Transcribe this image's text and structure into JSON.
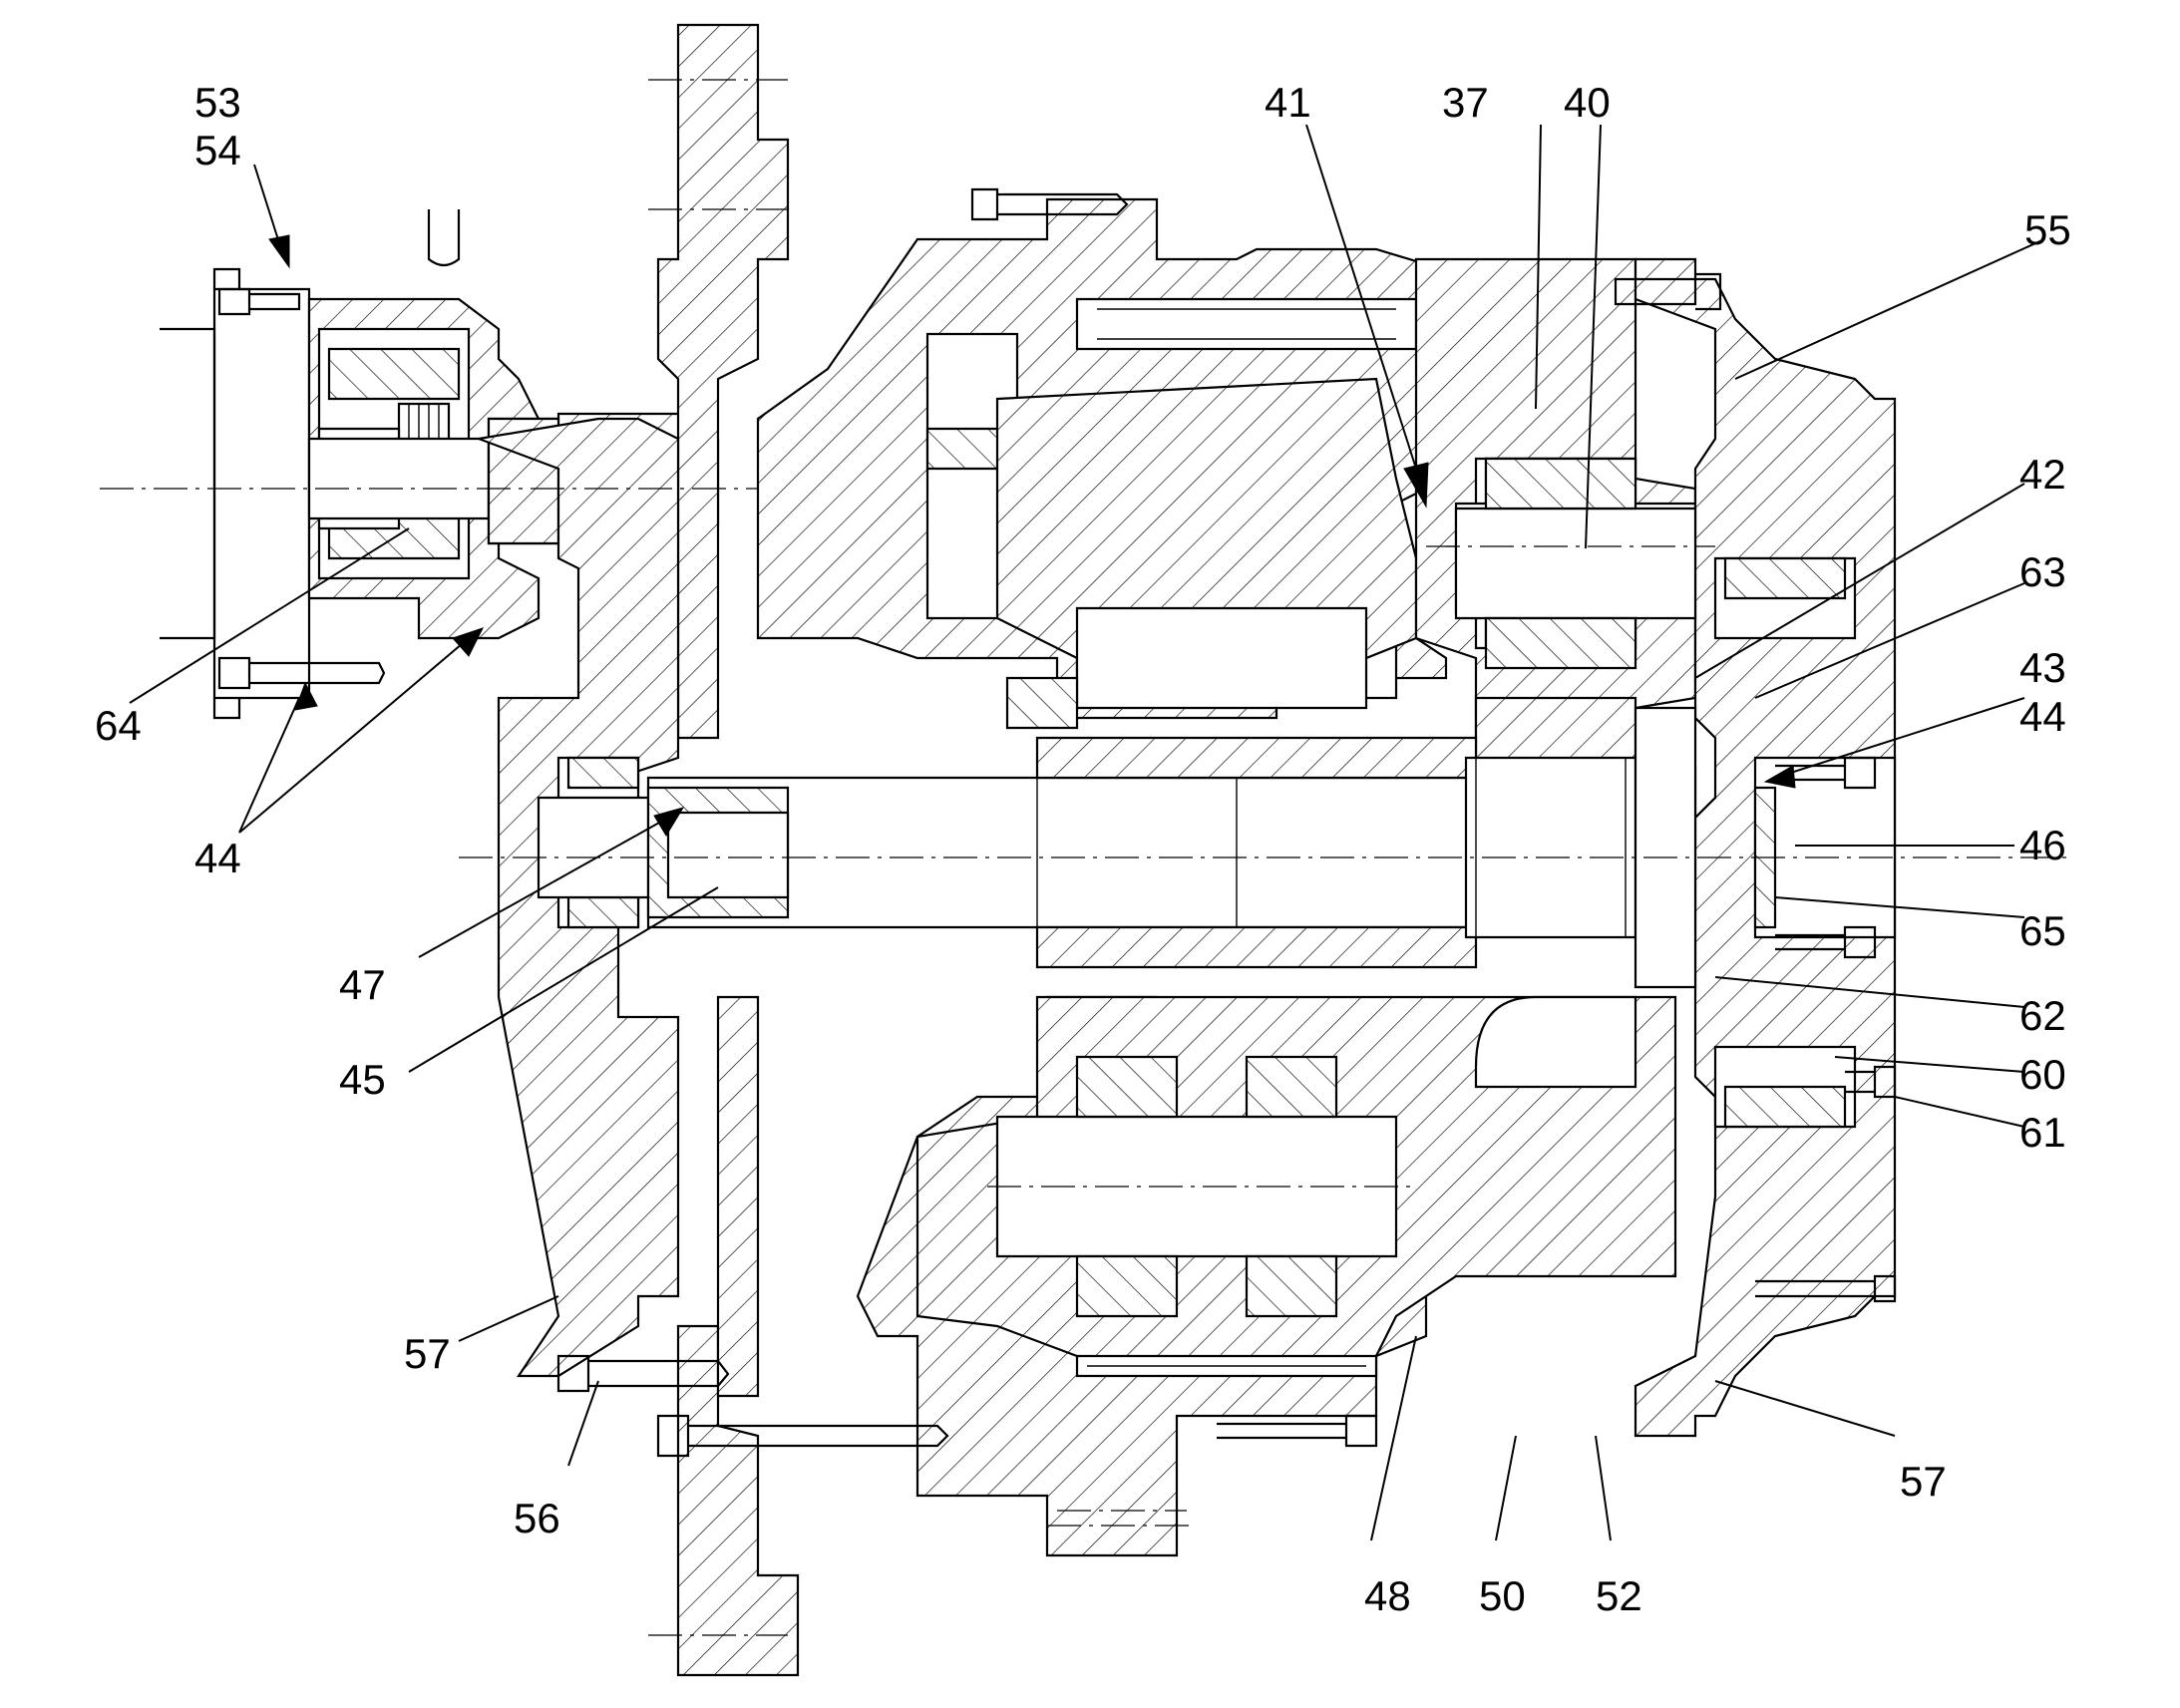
{
  "labels": {
    "l53": "53",
    "l54": "54",
    "l41": "41",
    "l37": "37",
    "l40": "40",
    "l55": "55",
    "l42": "42",
    "l63": "63",
    "l43": "43",
    "l44a": "44",
    "l46": "46",
    "l65": "65",
    "l62": "62",
    "l60": "60",
    "l61": "61",
    "l57a": "57",
    "l57b": "57",
    "l64": "64",
    "l44b": "44",
    "l47": "47",
    "l45": "45",
    "l56": "56",
    "l48": "48",
    "l50": "50",
    "l52": "52"
  }
}
